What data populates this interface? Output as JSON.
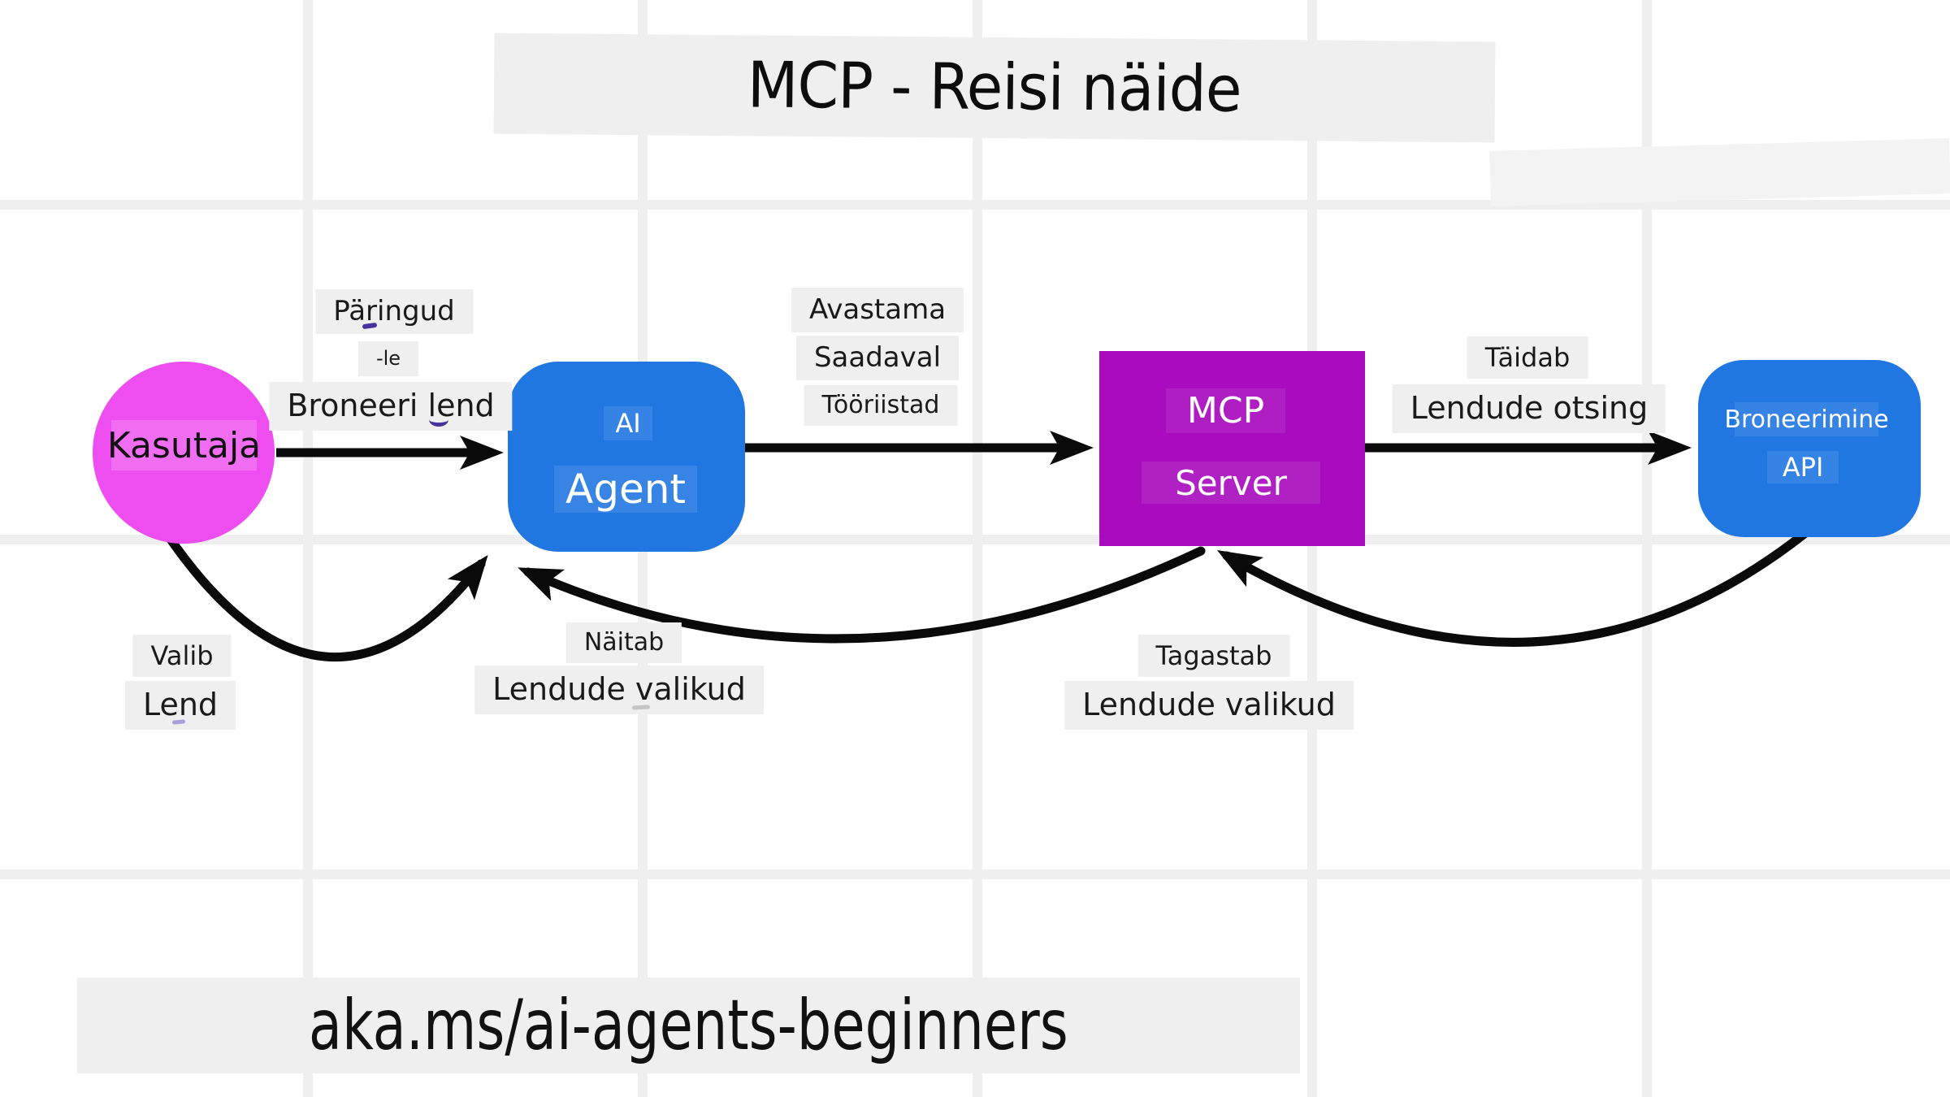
{
  "title": "MCP - Reisi näide",
  "footer": "aka.ms/ai-agents-beginners",
  "colors": {
    "user_node": "#ee4ef0",
    "agent_node": "#2177e2",
    "mcp_node": "#a90bbe",
    "api_node": "#2177e2",
    "label_chip_bg": "#efefef",
    "grid_line": "#efefef",
    "arrow": "#0a0a0a",
    "annotation_ink": "#46329c"
  },
  "nodes": {
    "user": {
      "label": "Kasutaja"
    },
    "agent": {
      "line1": "AI",
      "line2": "Agent"
    },
    "mcp": {
      "line1": "MCP",
      "line2": "Server"
    },
    "api": {
      "line1": "Broneerimine",
      "line2": "API"
    }
  },
  "edges": {
    "user_to_agent": {
      "labels": [
        "Päringud",
        "-le",
        "Broneeri lend"
      ]
    },
    "agent_to_mcp": {
      "labels": [
        "Avastama",
        "Saadaval",
        "Tööriistad"
      ]
    },
    "mcp_to_api": {
      "labels": [
        "Täidab",
        "Lendude otsing"
      ]
    },
    "user_select": {
      "labels": [
        "Valib",
        "Lend"
      ]
    },
    "agent_show": {
      "labels": [
        "Näitab",
        "Lendude valikud"
      ]
    },
    "mcp_return": {
      "labels": [
        "Tagastab",
        "Lendude valikud"
      ]
    }
  }
}
